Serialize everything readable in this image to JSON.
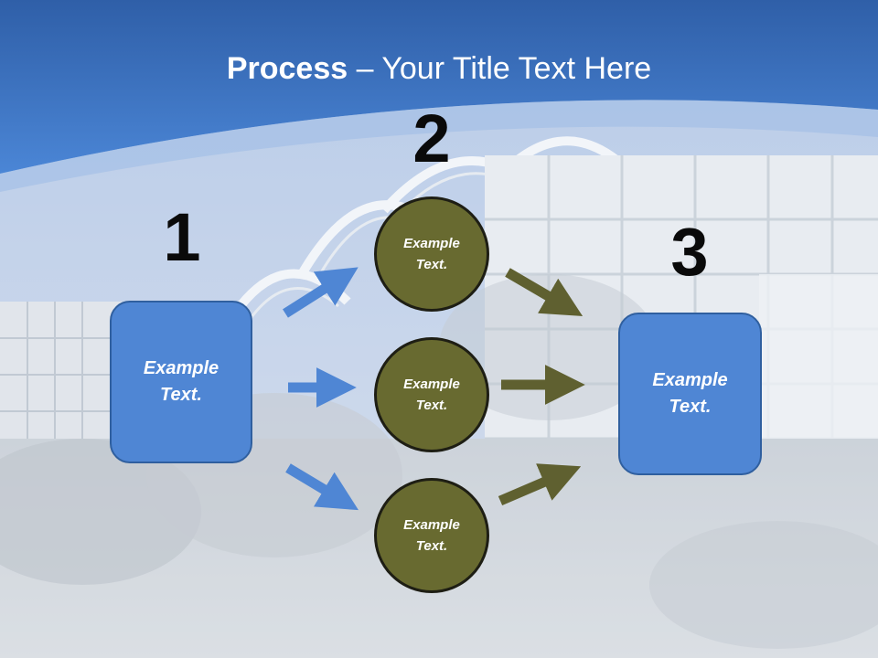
{
  "title": {
    "bold": "Process",
    "rest": " – Your Title Text Here"
  },
  "steps": [
    {
      "number": "1",
      "label": "Example\nText."
    },
    {
      "number": "2",
      "circles": [
        "Example\nText.",
        "Example\nText.",
        "Example\nText."
      ]
    },
    {
      "number": "3",
      "label": "Example\nText."
    }
  ],
  "colors": {
    "header_blue": "#3e78c8",
    "box_blue": "#4f86d4",
    "circle_olive": "#686a30",
    "arrow_blue": "#4f86d4",
    "arrow_olive": "#5f6030"
  }
}
